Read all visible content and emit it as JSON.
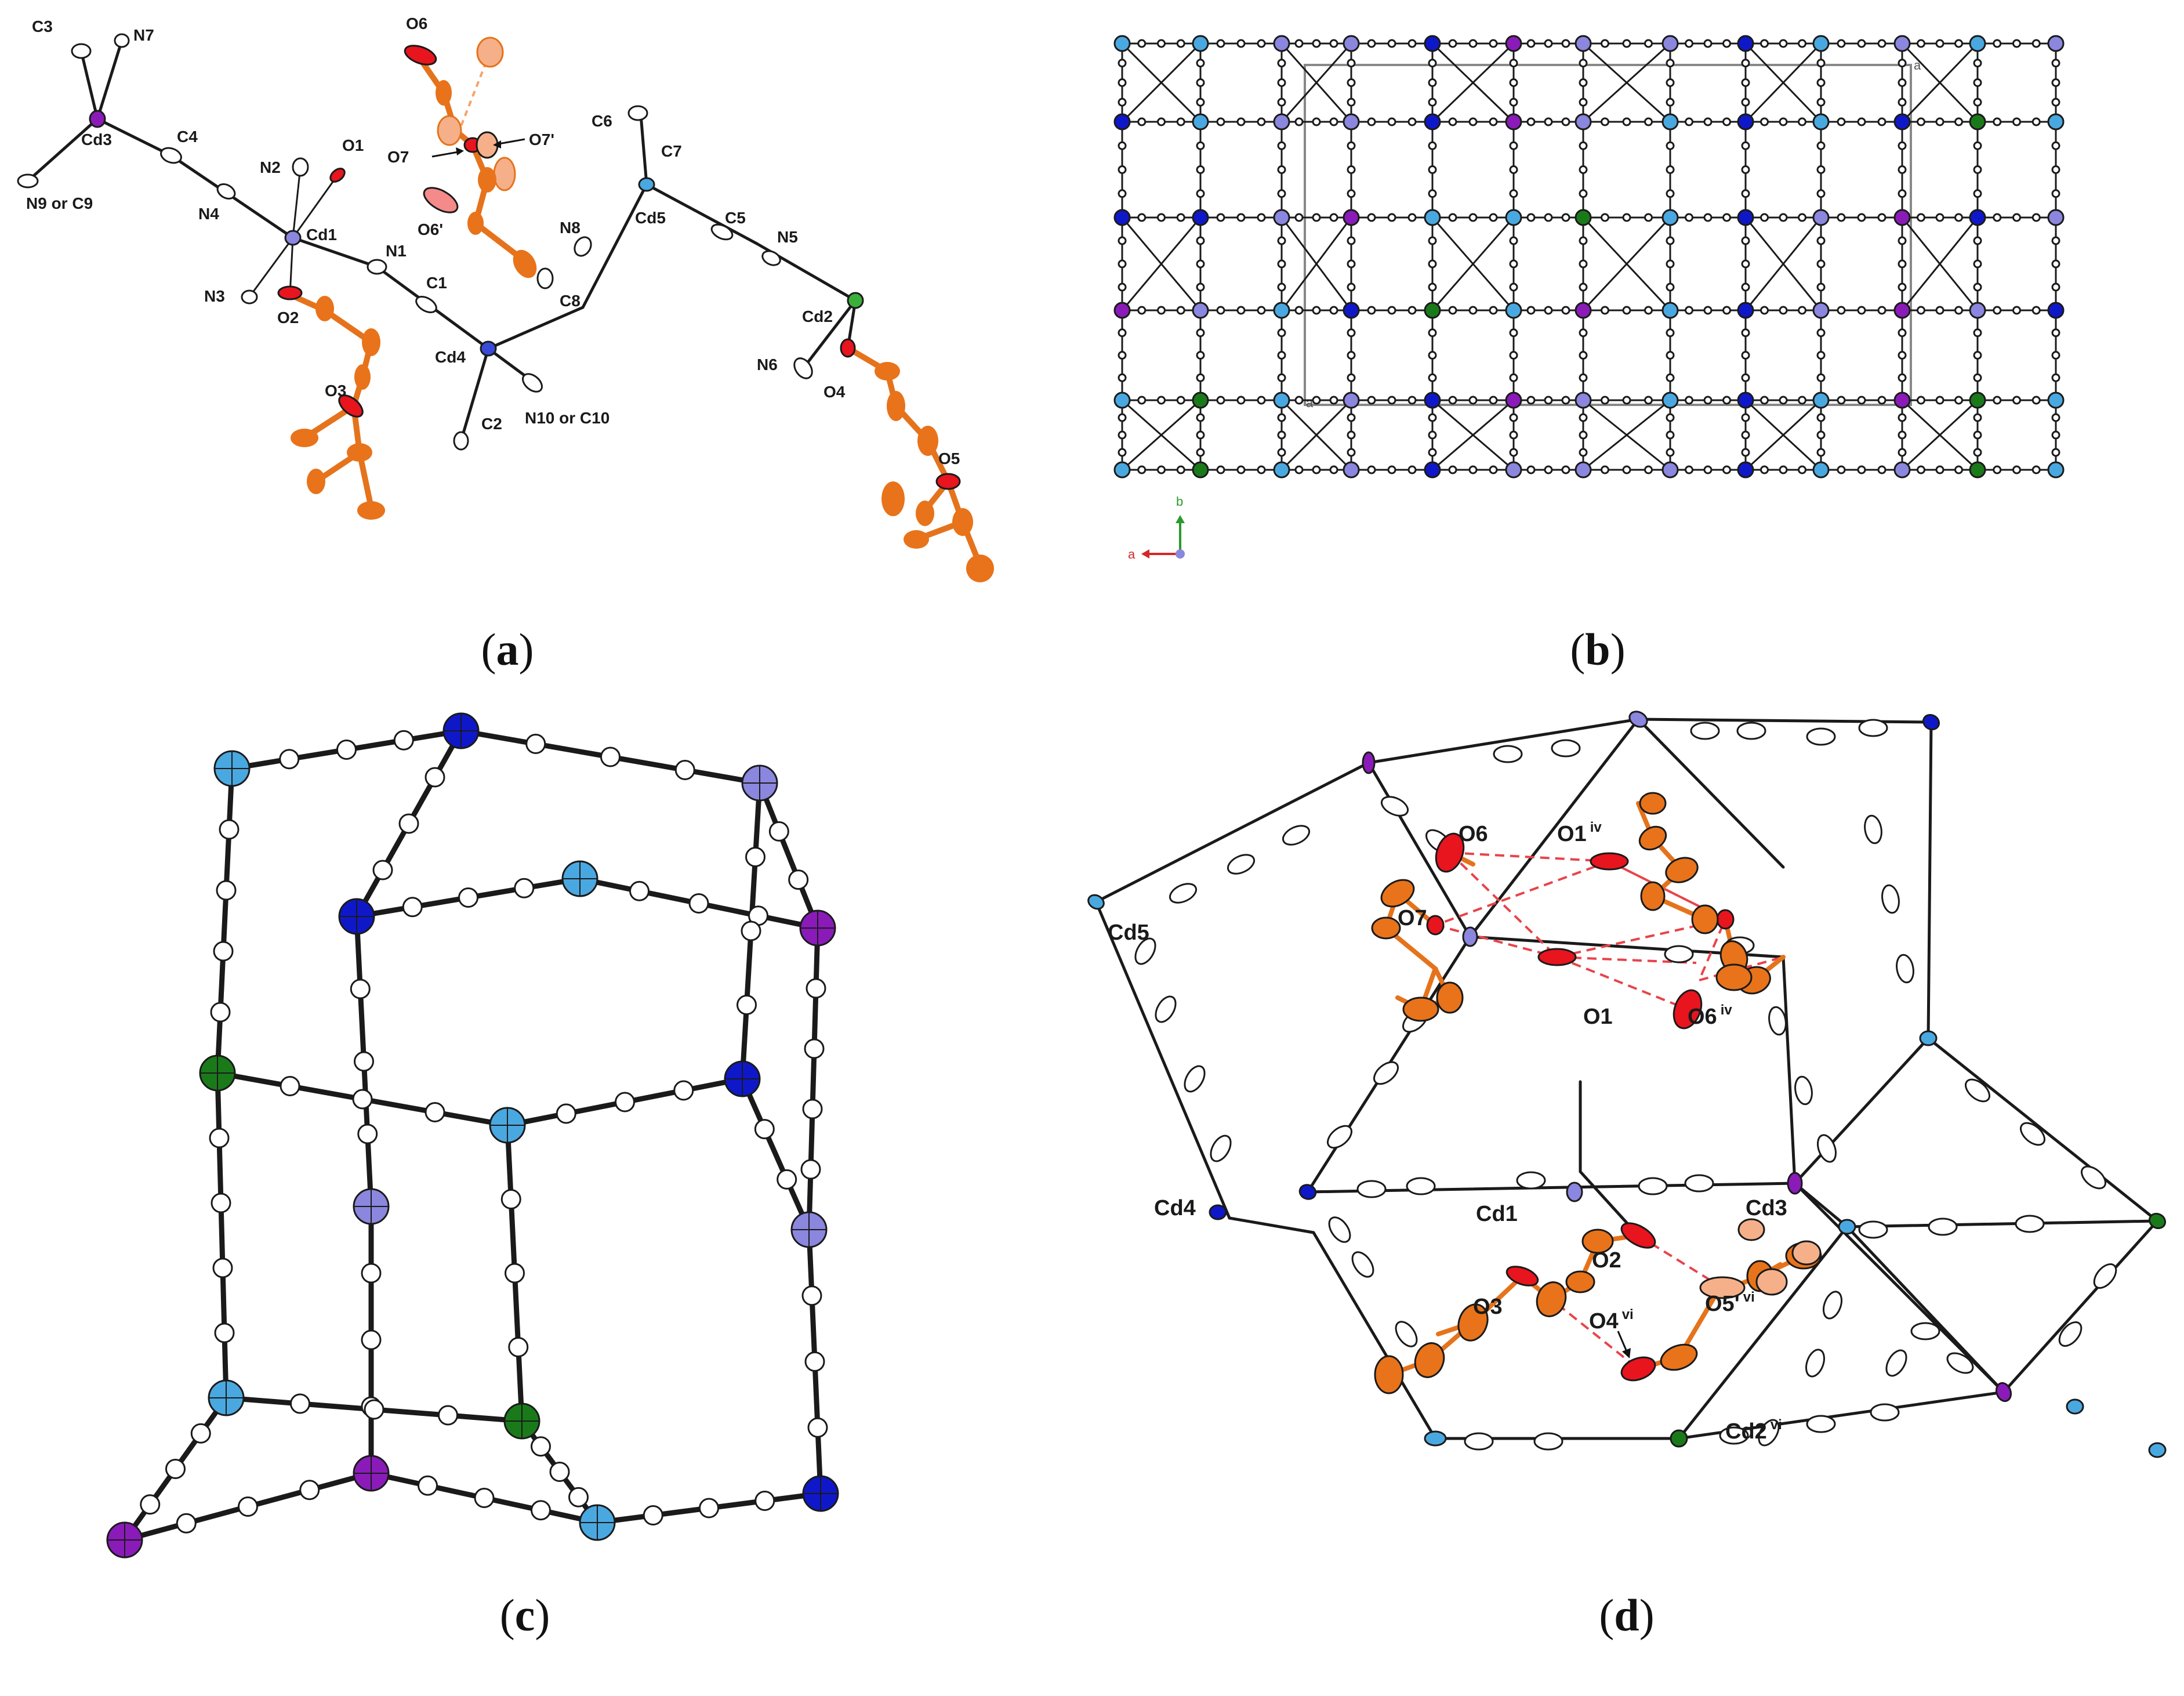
{
  "colors": {
    "cd1_cd4_lavender": "#8b86de",
    "cd2_green": "#1a7a1a",
    "cd3_purple": "#8a1bb8",
    "cd4_blue": "#0f18c8",
    "cd5_cyan": "#4aa8e0",
    "oxygen_red": "#e8141e",
    "organic_orange": "#e8731a",
    "light_orange": "#f5b08a",
    "cyanide_white": "#ffffff",
    "hbond_red": "#e8434a",
    "axis_a_red": "#d42828",
    "axis_b_green": "#2a9a2a"
  },
  "panels": {
    "a": {
      "caption_letter": "a",
      "labels": {
        "C3": "C3",
        "N7": "N7",
        "Cd3": "Cd3",
        "N9orC9": "N9 or C9",
        "C4": "C4",
        "N4": "N4",
        "N2": "N2",
        "O1": "O1",
        "Cd1": "Cd1",
        "N3": "N3",
        "O2": "O2",
        "N1": "N1",
        "C1": "C1",
        "O3": "O3",
        "O6": "O6",
        "O7": "O7",
        "O7p": "O7'",
        "O6p": "O6'",
        "C6": "C6",
        "C7": "C7",
        "N8": "N8",
        "Cd5": "Cd5",
        "C5": "C5",
        "N5": "N5",
        "C8": "C8",
        "Cd4": "Cd4",
        "C2": "C2",
        "N10orC10": "N10 or C10",
        "Cd2": "Cd2",
        "N6": "N6",
        "O4": "O4",
        "O5": "O5"
      }
    },
    "b": {
      "caption_letter": "b",
      "axis_a": "a",
      "axis_b": "b",
      "cell_corner_a": "a",
      "cell_corner_b": "a"
    },
    "c": {
      "caption_letter": "c"
    },
    "d": {
      "caption_letter": "d",
      "labels": {
        "O6": "O6",
        "O1iv": "O1",
        "O1iv_sup": "iv",
        "Cd5": "Cd5",
        "O7": "O7",
        "O1": "O1",
        "O6iv": "O6",
        "O6iv_sup": "iv",
        "Cd4": "Cd4",
        "Cd1": "Cd1",
        "Cd3": "Cd3",
        "O2": "O2",
        "O3": "O3",
        "O5vi": "O5'",
        "O5vi_sup": "vi",
        "O4vi": "O4",
        "O4vi_sup": "vi",
        "Cd2vi": "Cd2",
        "Cd2vi_sup": "vi"
      }
    }
  }
}
